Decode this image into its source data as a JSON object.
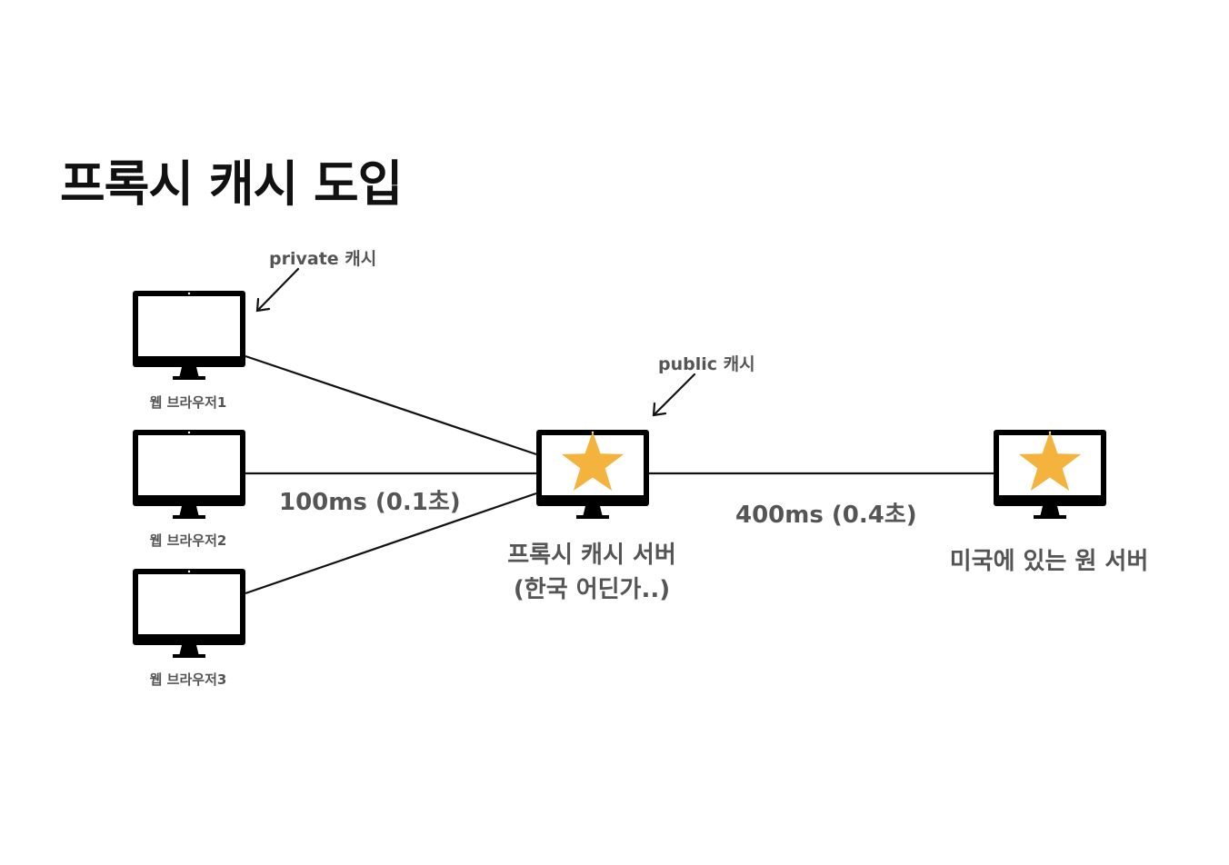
{
  "title": "프록시 캐시 도입",
  "browsers": [
    {
      "label": "웹 브라우저1"
    },
    {
      "label": "웹 브라우저2"
    },
    {
      "label": "웹 브라우저3"
    }
  ],
  "private_cache_label": "private 캐시",
  "public_cache_label": "public 캐시",
  "latency_browser_proxy": "100ms (0.1초)",
  "latency_proxy_origin": "400ms (0.4초)",
  "proxy_server": {
    "line1": "프록시 캐시 서버",
    "line2": "(한국 어딘가..)"
  },
  "origin_server": {
    "label": "미국에 있는 원 서버"
  },
  "colors": {
    "star": "#F3B33D",
    "monitor": "#000000",
    "text": "#555555"
  }
}
